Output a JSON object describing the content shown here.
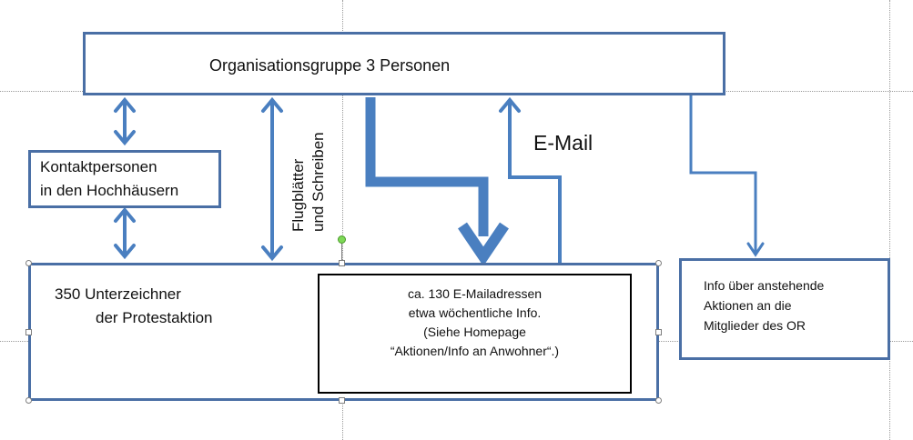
{
  "diagram": {
    "org_group": "Organisationsgruppe 3 Personen",
    "contacts_line1": "Kontaktpersonen",
    "contacts_line2": "in den Hochhäusern",
    "signers_line1": "350  Unterzeichner",
    "signers_line2": "der Protestaktion",
    "email_box_lines": [
      "ca. 130 E-Mailadressen",
      "etwa wöchentliche   Info.",
      "(Siehe Homepage",
      "“Aktionen/Info an Anwohner“.)"
    ],
    "info_box_lines": [
      "Info über anstehende",
      "Aktionen an  die",
      "Mitglieder des OR"
    ],
    "flyer_label_line1": "Flugblätter",
    "flyer_label_line2": "und Schreiben",
    "email_label": "E-Mail"
  },
  "colors": {
    "box_border": "#4a6fa5",
    "arrow": "#4a7fc0",
    "text": "#111111"
  }
}
